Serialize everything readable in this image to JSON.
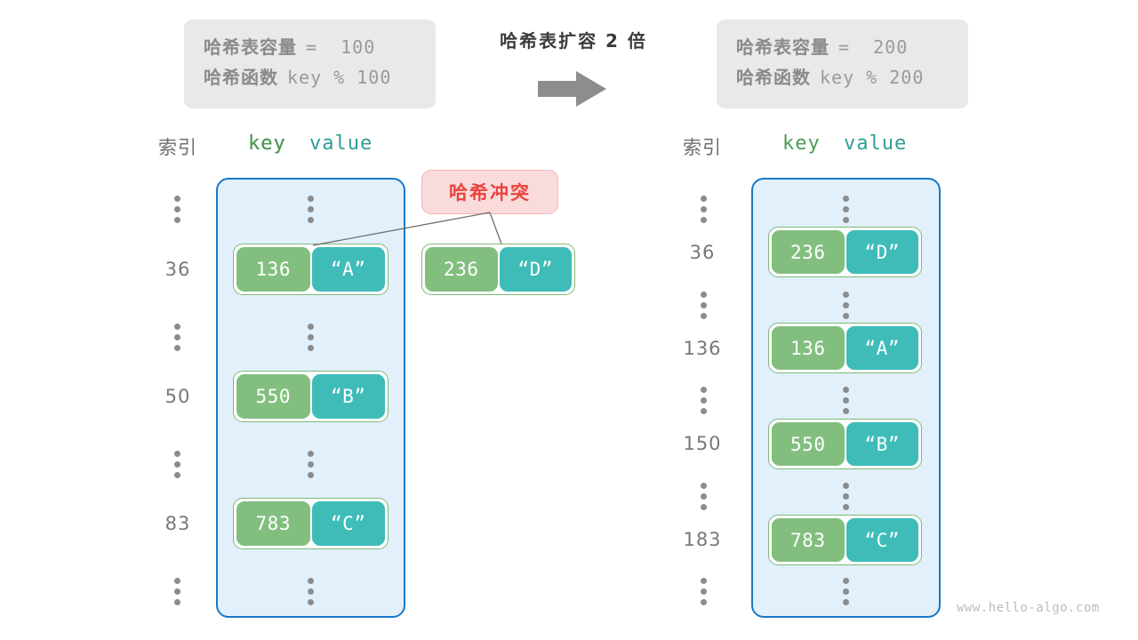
{
  "watermark": "www.hello-algo.com",
  "transition": {
    "title": "哈希表扩容 2 倍",
    "arrow_icon": "right-arrow-icon"
  },
  "left_panel": {
    "info": {
      "capacity_label": "哈希表容量",
      "capacity_expr": "=  100",
      "function_label": "哈希函数",
      "function_expr": "key % 100"
    },
    "headers": {
      "index": "索引",
      "key": "key",
      "value": "value"
    },
    "rows": [
      {
        "index": "⋮",
        "type": "dots"
      },
      {
        "index": "36",
        "type": "entry",
        "key": "136",
        "value": "“A”"
      },
      {
        "index": "⋮",
        "type": "dots"
      },
      {
        "index": "50",
        "type": "entry",
        "key": "550",
        "value": "“B”"
      },
      {
        "index": "⋮",
        "type": "dots"
      },
      {
        "index": "83",
        "type": "entry",
        "key": "783",
        "value": "“C”"
      },
      {
        "index": "⋮",
        "type": "dots"
      }
    ],
    "collision": {
      "badge": "哈希冲突",
      "entry": {
        "key": "236",
        "value": "“D”"
      }
    }
  },
  "right_panel": {
    "info": {
      "capacity_label": "哈希表容量",
      "capacity_expr": "=  200",
      "function_label": "哈希函数",
      "function_expr": "key % 200"
    },
    "headers": {
      "index": "索引",
      "key": "key",
      "value": "value"
    },
    "rows": [
      {
        "index": "⋮",
        "type": "dots"
      },
      {
        "index": "36",
        "type": "entry",
        "key": "236",
        "value": "“D”"
      },
      {
        "index": "⋮",
        "type": "dots"
      },
      {
        "index": "136",
        "type": "entry",
        "key": "136",
        "value": "“A”"
      },
      {
        "index": "⋮",
        "type": "dots"
      },
      {
        "index": "150",
        "type": "entry",
        "key": "550",
        "value": "“B”"
      },
      {
        "index": "⋮",
        "type": "dots"
      },
      {
        "index": "183",
        "type": "entry",
        "key": "783",
        "value": "“C”"
      },
      {
        "index": "⋮",
        "type": "dots"
      }
    ]
  },
  "colors": {
    "key_cell": "#82bf7f",
    "value_cell": "#3fbcb8",
    "bucket_fill": "#e2f0fb",
    "bucket_border": "#1878c8",
    "badge_fill": "#fadbdb",
    "badge_text": "#e8443f",
    "info_fill": "#e9e9e9"
  }
}
